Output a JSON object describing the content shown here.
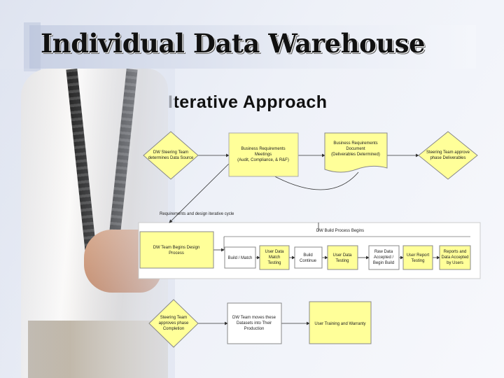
{
  "slide": {
    "title": "Individual Data Warehouse",
    "subtitle": "Iterative Approach"
  },
  "diagram": {
    "top_row": {
      "steering_start": [
        "DW Steering Team",
        "determines Data Source"
      ],
      "req_meetings": [
        "Business Requirements",
        "Meetings",
        "(Audit, Compliance, & R&F)"
      ],
      "brd": [
        "Business Requirements",
        "Document",
        "(Deliverables Determined)"
      ],
      "steering_approve": [
        "Steering Team approve",
        "phase Deliverables"
      ]
    },
    "note": "Requirements and design iterative cycle",
    "build_section": {
      "banner": "DW Build Process Begins",
      "design_start": [
        "DW Team Begins Design",
        "Process"
      ],
      "steps": [
        [
          "Build / Match"
        ],
        [
          "User Data",
          "Match",
          "Testing"
        ],
        [
          "Build",
          "Continue"
        ],
        [
          "User Data",
          "Testing"
        ],
        [
          "Raw Data",
          "Accepted /",
          "Begin Build"
        ],
        [
          "User Report",
          "Testing"
        ],
        [
          "Reports and",
          "Data Accepted",
          "by Users"
        ]
      ]
    },
    "bottom_row": {
      "steering_approves": [
        "Steering Team",
        "approves phase",
        "Completion"
      ],
      "move_prod": [
        "DW Team moves these",
        "Datasets into Their",
        "Production"
      ],
      "training": [
        "User Training and Warranty"
      ]
    }
  },
  "colors": {
    "yellow": "#ffff99",
    "border": "#888888",
    "title_band": "#c9d1e4"
  }
}
